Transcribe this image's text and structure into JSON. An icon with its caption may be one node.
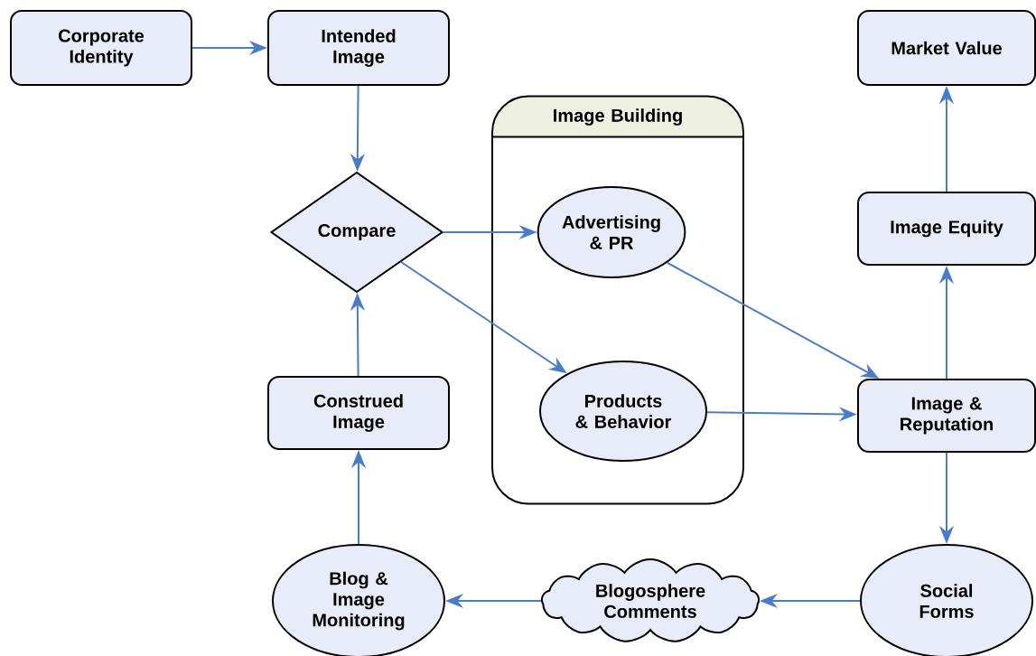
{
  "diagram": {
    "nodes": [
      {
        "text": [
          "Corporate Identity"
        ]
      },
      {
        "text": [
          "Intended Image"
        ]
      },
      {
        "text": [
          "Market Value"
        ]
      },
      {
        "text": [
          "Image Building"
        ]
      },
      {
        "text": [
          "Compare"
        ]
      },
      {
        "text": [
          "Advertising & PR"
        ],
        "in": 3
      },
      {
        "text": [
          "Image Equity"
        ]
      },
      {
        "text": [
          "Construed Image"
        ]
      },
      {
        "text": [
          "Products & Behavior"
        ],
        "in": 3
      },
      {
        "text": [
          "Image & Reputation"
        ]
      },
      {
        "text": [
          "Blog & Image Monitoring"
        ]
      },
      {
        "text": [
          "Blogosphere Comments"
        ]
      },
      {
        "text": [
          "Social Forms"
        ]
      }
    ],
    "edges": [
      {
        "from": 0,
        "to": 1,
        "arrow": "to"
      },
      {
        "from": 1,
        "to": 4,
        "arrow": "to"
      },
      {
        "from": 4,
        "to": 5,
        "arrow": "to"
      },
      {
        "from": 4,
        "to": 8,
        "arrow": "to"
      },
      {
        "from": 5,
        "to": 9,
        "arrow": "to"
      },
      {
        "from": 8,
        "to": 9,
        "arrow": "to"
      },
      {
        "from": 9,
        "to": 6,
        "arrow": "to"
      },
      {
        "from": 6,
        "to": 2,
        "arrow": "to"
      },
      {
        "from": 9,
        "to": 12,
        "arrow": "to"
      },
      {
        "from": 12,
        "to": 11,
        "arrow": "to"
      },
      {
        "from": 11,
        "to": 10,
        "arrow": "to"
      },
      {
        "from": 10,
        "to": 7,
        "arrow": "to"
      },
      {
        "from": 7,
        "to": 4,
        "arrow": "to"
      }
    ]
  }
}
